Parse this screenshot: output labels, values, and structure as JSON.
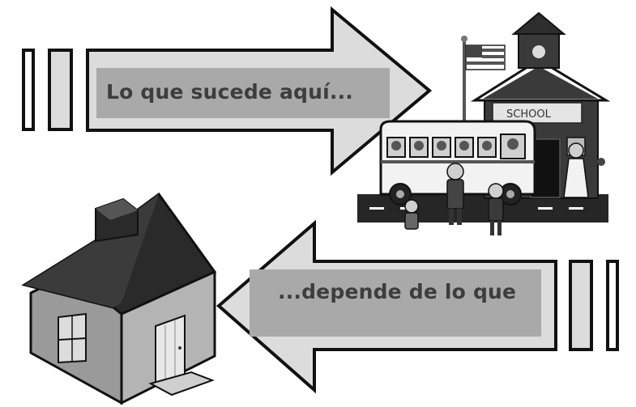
{
  "top_arrow": {
    "text": "Lo que sucede aquí..."
  },
  "bottom_arrow": {
    "text": "...depende de lo que"
  },
  "school": {
    "sign_text": "SCHOOL"
  },
  "colors": {
    "arrow_fill": "#dcdcdc",
    "arrow_stroke": "#111111",
    "text": "#3d3d3d",
    "roof": "#2a2a2a",
    "house_wall": "#9a9a9a"
  }
}
